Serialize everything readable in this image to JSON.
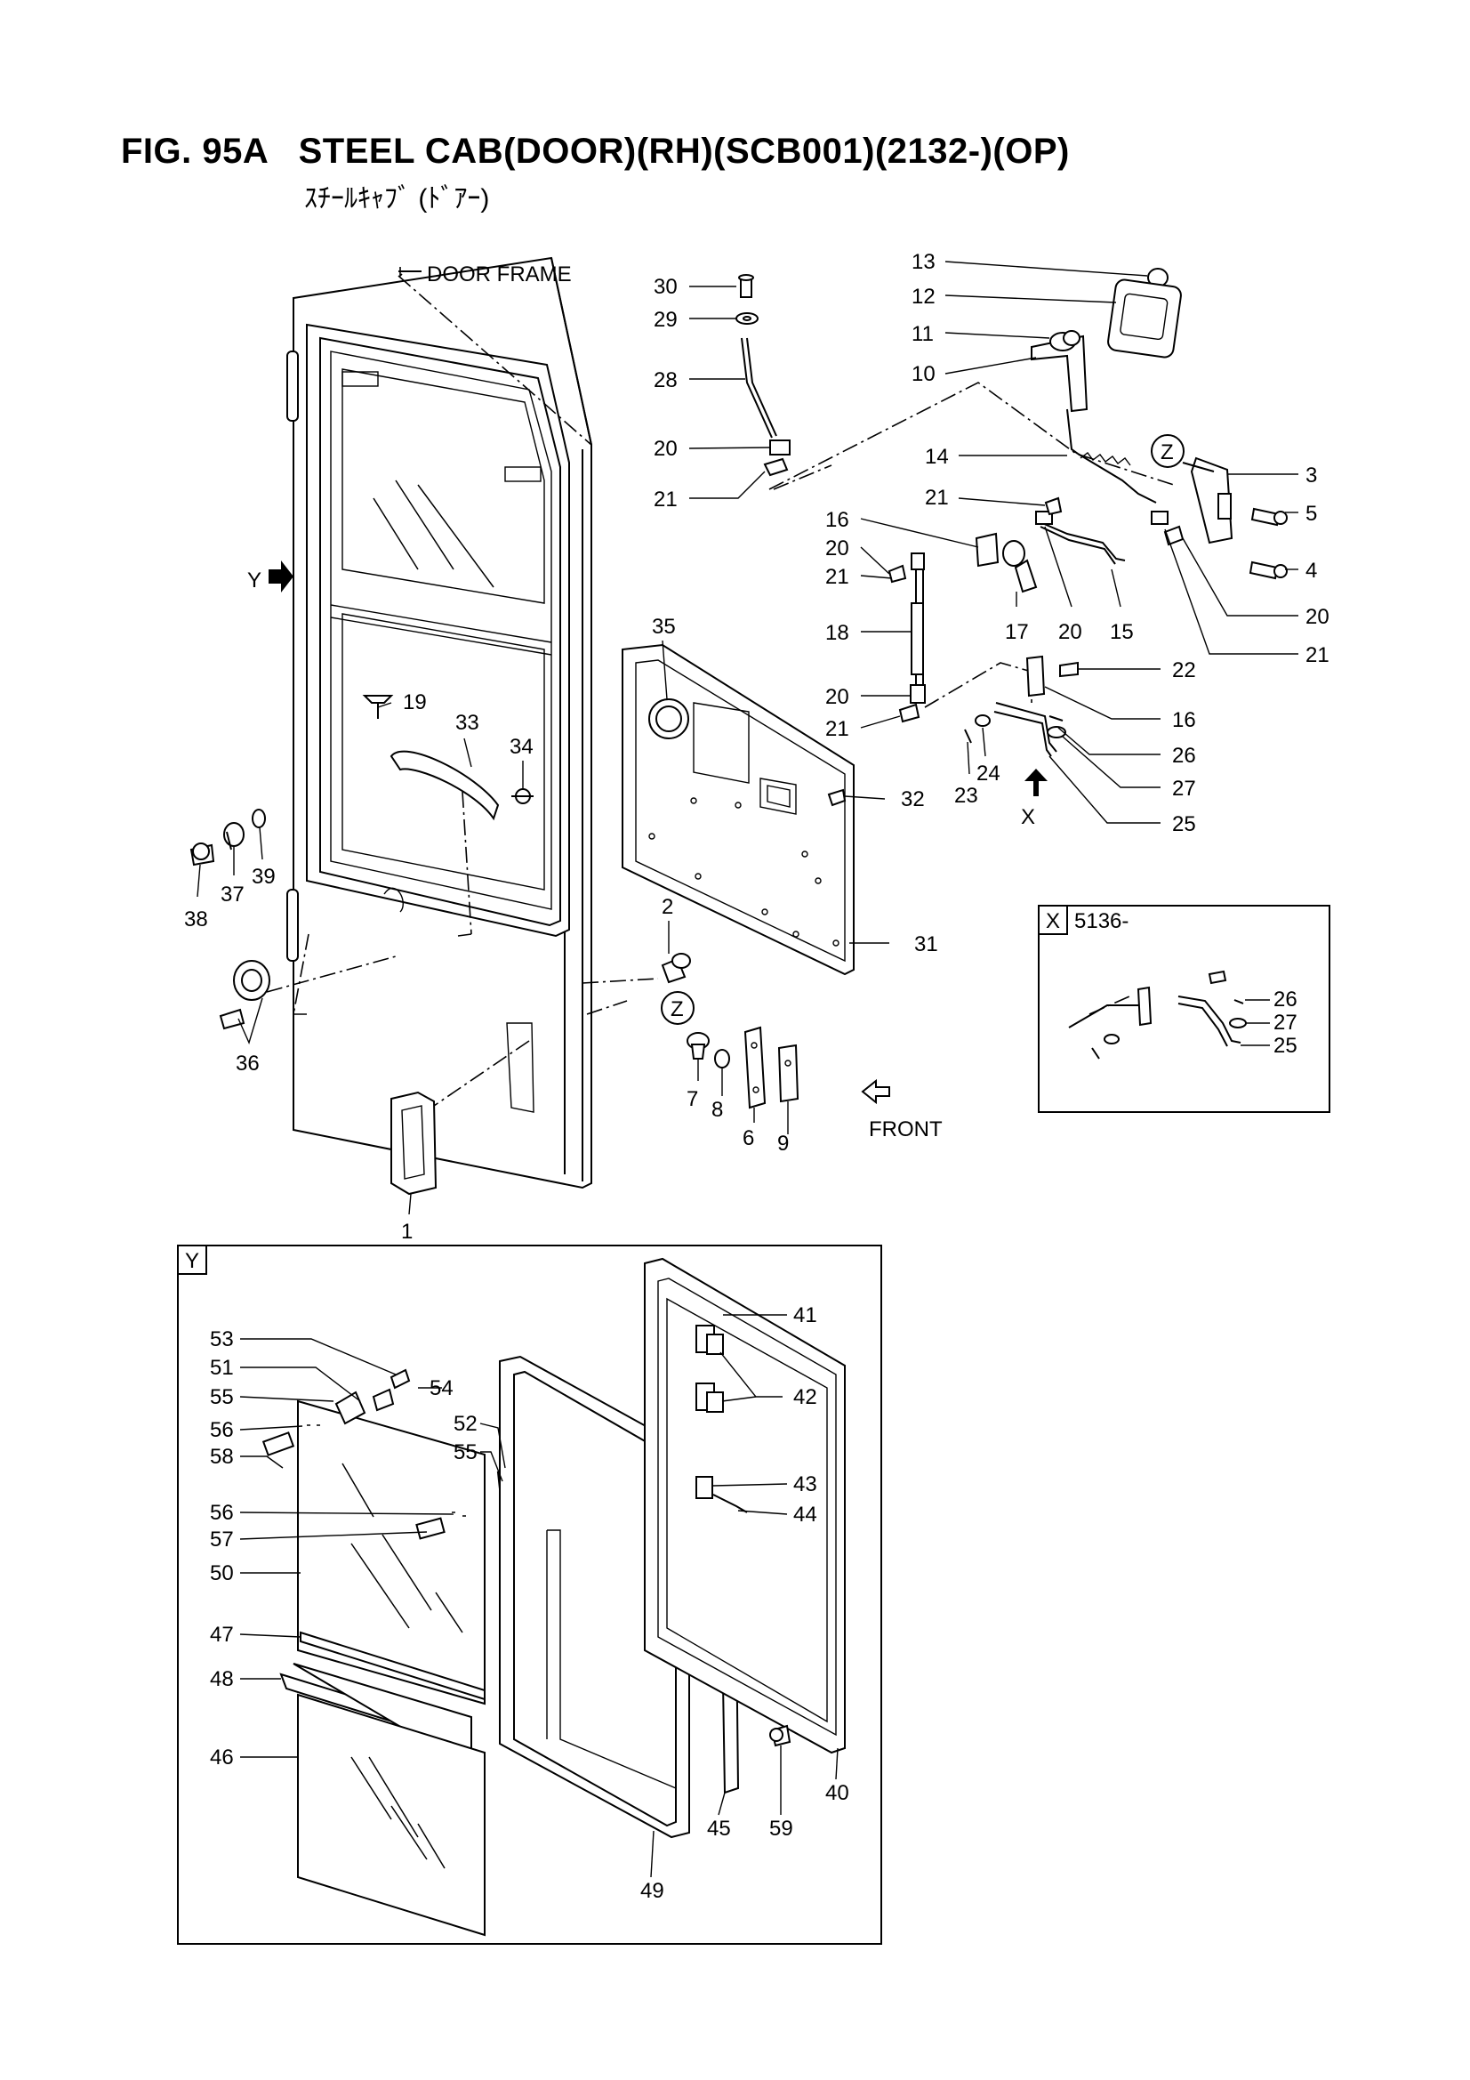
{
  "figure": {
    "title": "FIG. 95A   STEEL CAB(DOOR)(RH)(SCB001)(2132-)(OP)",
    "subtitle": "ｽﾁｰﾙｷｬﾌﾞ (ﾄﾞｱｰ)"
  },
  "text_labels": {
    "door_frame": "DOOR FRAME",
    "front": "FRONT",
    "view_y_arrow": "Y",
    "view_x_arrow": "X",
    "z_mark_top": "Z",
    "z_mark_mid": "Z"
  },
  "detail_x": {
    "tag": "X",
    "serial": "5136-",
    "callouts": [
      "26",
      "27",
      "25"
    ]
  },
  "detail_y": {
    "tag": "Y"
  },
  "callouts": {
    "c30": "30",
    "c29": "29",
    "c28": "28",
    "c20a": "20",
    "c21a": "21",
    "c13": "13",
    "c12": "12",
    "c11": "11",
    "c10": "10",
    "c14": "14",
    "c3": "3",
    "c5": "5",
    "c4": "4",
    "c20b": "20",
    "c21b": "21",
    "c21c": "21",
    "c16a": "16",
    "c20c": "20",
    "c21d": "21",
    "c17": "17",
    "c20d": "20",
    "c15": "15",
    "c18": "18",
    "c20e": "20",
    "c21e": "21",
    "c22": "22",
    "c16b": "16",
    "c26": "26",
    "c27": "27",
    "c24": "24",
    "c23": "23",
    "c25": "25",
    "c35": "35",
    "c32": "32",
    "c31": "31",
    "c19": "19",
    "c33": "33",
    "c34": "34",
    "c38": "38",
    "c37": "37",
    "c39": "39",
    "c36": "36",
    "c2": "2",
    "c7": "7",
    "c8": "8",
    "c6": "6",
    "c9": "9",
    "c1": "1",
    "c53": "53",
    "c51": "51",
    "c54": "54",
    "c55a": "55",
    "c56a": "56",
    "c58": "58",
    "c52": "52",
    "c55b": "55",
    "c56b": "56",
    "c57": "57",
    "c50": "50",
    "c47": "47",
    "c48": "48",
    "c46": "46",
    "c41": "41",
    "c42": "42",
    "c43": "43",
    "c44": "44",
    "c59": "59",
    "c40": "40",
    "c45": "45",
    "c49": "49"
  }
}
